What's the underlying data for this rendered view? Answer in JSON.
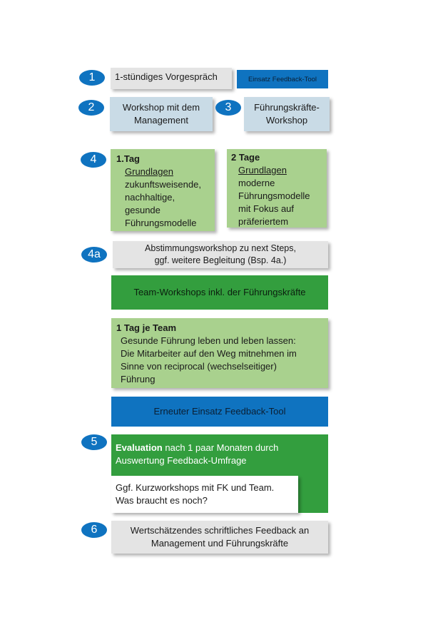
{
  "badges": {
    "b1": "1",
    "b2": "2",
    "b3": "3",
    "b4": "4",
    "b4a": "4a",
    "b5": "5",
    "b6": "6"
  },
  "step1": {
    "label": "1-stündiges Vorgespräch",
    "tool": "Einsatz Feedback-Tool"
  },
  "step2": {
    "line1": "Workshop mit dem",
    "line2": "Management"
  },
  "step3": {
    "line1": "Führungskräfte-",
    "line2": "Workshop"
  },
  "step4": {
    "day1": {
      "title": "1.Tag",
      "subtitle": "Grundlagen",
      "lines": [
        "zukunftsweisende,",
        "nachhaltige,",
        "gesunde",
        "Führungsmodelle"
      ]
    },
    "day2": {
      "title": "2 Tage",
      "subtitle": "Grundlagen",
      "lines": [
        "moderne",
        "Führungsmodelle",
        "mit Fokus auf",
        "präferiertem"
      ]
    }
  },
  "step4a": {
    "line1": "Abstimmungsworkshop zu next Steps,",
    "line2": "ggf. weitere Begleitung (Bsp. 4a.)"
  },
  "team_workshops": "Team-Workshops inkl. der Führungskräfte",
  "team_day": {
    "title": "1 Tag je Team",
    "lines": [
      "Gesunde Führung leben und leben lassen:",
      "Die Mitarbeiter auf den Weg mitnehmen im",
      "Sinne von reciprocal (wechselseitiger)",
      "Führung"
    ]
  },
  "feedback_tool_again": "Erneuter Einsatz Feedback-Tool",
  "step5": {
    "bold": "Evaluation",
    "rest": " nach 1 paar Monaten durch",
    "line2": "Auswertung Feedback-Umfrage",
    "sub_line1": "Ggf. Kurzworkshops mit FK und Team.",
    "sub_line2": "Was braucht es noch?"
  },
  "step6": {
    "line1": "Wertschätzendes schriftliches Feedback an",
    "line2": "Management und Führungskräfte"
  },
  "colors": {
    "blue": "#0f73c0",
    "grey": "#e4e4e4",
    "light_blue": "#c9dbe6",
    "light_green": "#a9d18e",
    "dark_green": "#339e3e"
  }
}
